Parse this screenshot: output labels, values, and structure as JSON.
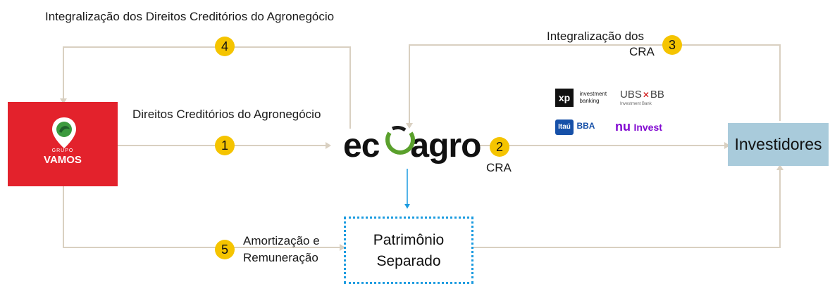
{
  "labels": {
    "top_title": "Integralização dos Direitos Creditórios do Agronegócio",
    "integralizacao_cra_line1": "Integralização dos",
    "integralizacao_cra_line2": "CRA",
    "direitos": "Direitos Creditórios do Agronegócio",
    "cra": "CRA",
    "amortizacao_line1": "Amortização e",
    "amortizacao_line2": "Remuneração"
  },
  "badges": {
    "b1": "1",
    "b2": "2",
    "b3": "3",
    "b4": "4",
    "b5": "5"
  },
  "nodes": {
    "vamos_small": "GRUPO",
    "vamos_name": "VAMOS",
    "ecoagro_left": "ec",
    "ecoagro_right": "agro",
    "investidores": "Investidores",
    "patrimonio_line1": "Patrimônio",
    "patrimonio_line2": "Separado"
  },
  "banks": {
    "xp_mark": "xp",
    "xp_text1": "investment",
    "xp_text2": "banking",
    "ubs": "UBS",
    "bb": "BB",
    "ubs_sub": "Investment Bank",
    "itau": "Itaú",
    "itau_bba": "BBA",
    "nu": "nu",
    "nu_invest": "Invest"
  },
  "colors": {
    "arrow": "#d9d0c1",
    "badge": "#f5c400",
    "vamos_red": "#e3222c",
    "investidores_blue": "#a9cbdb",
    "patrimonio_border": "#1b9be0",
    "ecoagro_green": "#5aa02c",
    "nu_purple": "#820ad1"
  }
}
